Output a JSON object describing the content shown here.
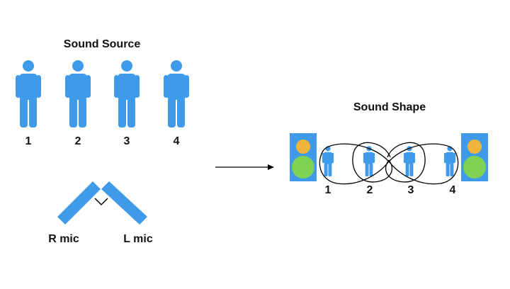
{
  "left_panel": {
    "title": "Sound Source",
    "sources": [
      {
        "label": "1"
      },
      {
        "label": "2"
      },
      {
        "label": "3"
      },
      {
        "label": "4"
      }
    ],
    "mics": {
      "right_label": "R mic",
      "left_label": "L mic"
    }
  },
  "right_panel": {
    "title": "Sound Shape",
    "positions": [
      {
        "label": "1"
      },
      {
        "label": "2"
      },
      {
        "label": "3"
      },
      {
        "label": "4"
      }
    ]
  },
  "colors": {
    "figure": "#3f9bea",
    "mic": "#3f9bea",
    "speaker_body": "#3f9bea",
    "speaker_tweeter": "#f2b53b",
    "speaker_woofer": "#7ed152",
    "line": "#000000",
    "text": "#111111"
  },
  "icons": {
    "person": "person-icon",
    "speaker": "speaker-icon",
    "arrow": "arrow-right-icon"
  }
}
